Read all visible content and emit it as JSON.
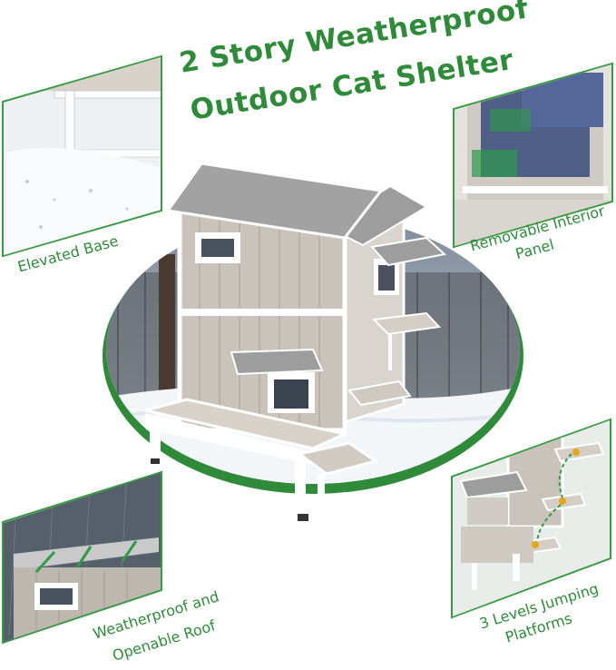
{
  "title": {
    "line1": "2 Story Weatherproof",
    "line2": "Outdoor Cat Shelter"
  },
  "callouts": {
    "elevated_base": "Elevated Base",
    "interior_panel_line1": "Removable Interior",
    "interior_panel_line2": "Panel",
    "roof_line1": "Weatherproof and",
    "roof_line2": "Openable Roof",
    "platforms_line1": "3 Levels Jumping",
    "platforms_line2": "Platforms"
  },
  "colors": {
    "accent_green": "#2f8a3a",
    "frame_green": "#3a9a44",
    "wood_gray": "#c9c3bb",
    "trim_white": "#ffffff",
    "roof_gray": "#9a9a9a"
  }
}
